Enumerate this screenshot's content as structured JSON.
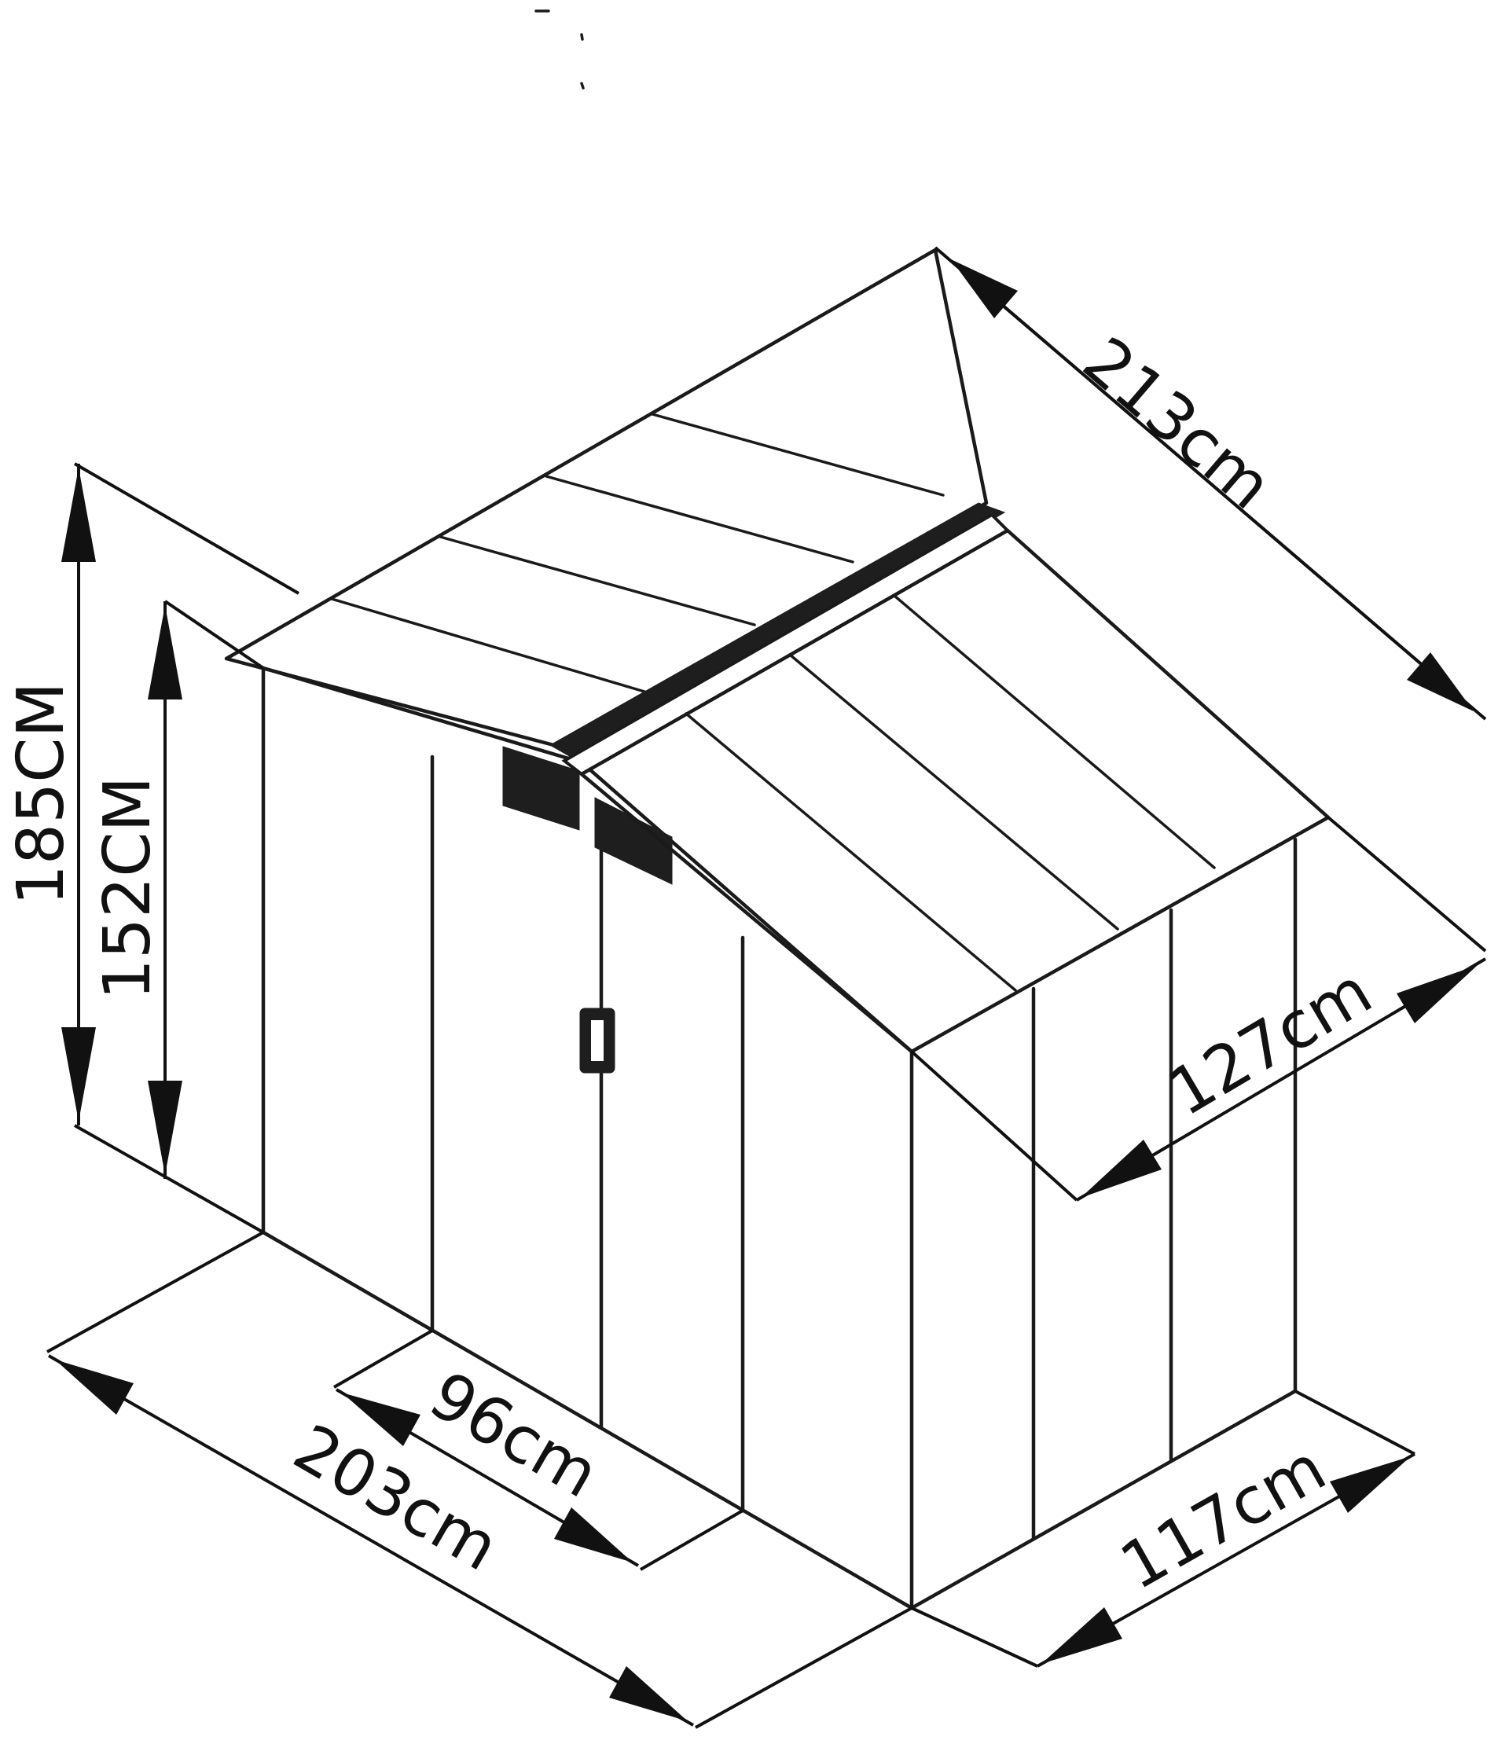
{
  "dimensions": {
    "roof_length": "213cm",
    "total_height": "185CM",
    "wall_height": "152CM",
    "roof_depth": "127cm",
    "base_width": "203cm",
    "door_width": "96cm",
    "base_depth": "117cm"
  },
  "colors": {
    "line": "#1a1a1a",
    "background": "#ffffff"
  }
}
